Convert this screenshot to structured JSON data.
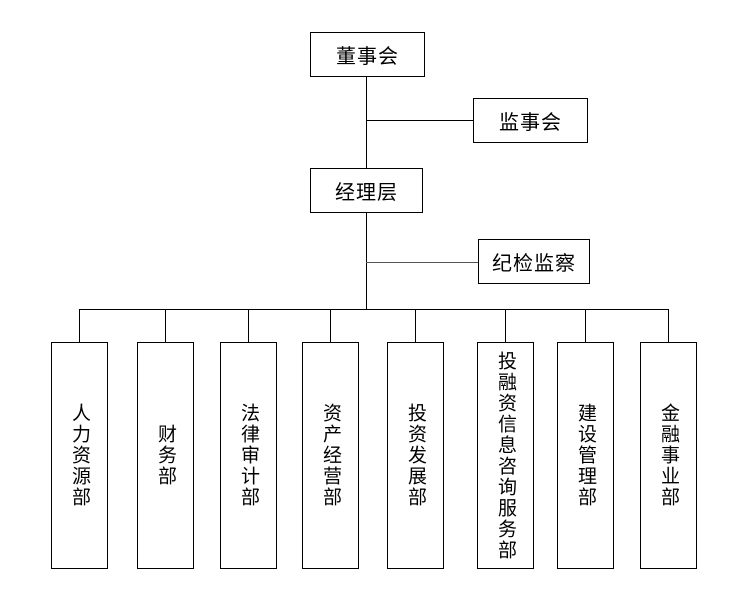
{
  "org": {
    "board": {
      "label": "董事会"
    },
    "supervisory": {
      "label": "监事会"
    },
    "management": {
      "label": "经理层"
    },
    "discipline": {
      "label": "纪检监察"
    },
    "departments": [
      {
        "label": "人力资源部"
      },
      {
        "label": "财务部"
      },
      {
        "label": "法律审计部"
      },
      {
        "label": "资产经营部"
      },
      {
        "label": "投资发展部"
      },
      {
        "label": "投融资信息咨询服务部"
      },
      {
        "label": "建设管理部"
      },
      {
        "label": "金融事业部"
      }
    ],
    "colors": {
      "line": "#000000",
      "box_border": "#000000",
      "box_background": "#ffffff",
      "text": "#000000"
    }
  }
}
